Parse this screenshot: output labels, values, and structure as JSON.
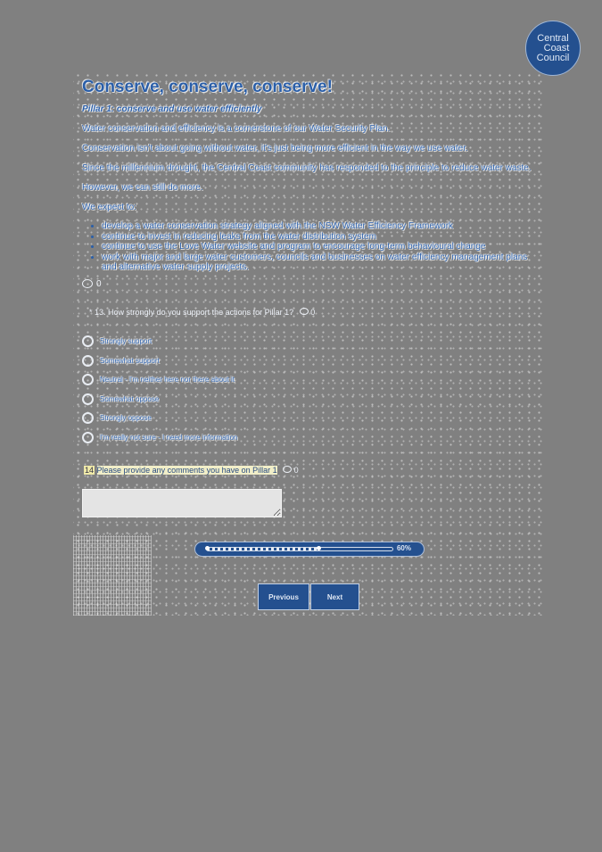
{
  "logo": {
    "lines": [
      "Central",
      "Coast",
      "Council"
    ]
  },
  "page": {
    "title": "Conserve, conserve, conserve!",
    "pillar_heading": "Pillar 1: conserve and use water efficiently",
    "paragraphs": [
      "Water conservation and efficiency is a cornerstone of our Water Security Plan.",
      "Conservation isn't about going without water, it's just being more efficient in the way we use water.",
      "Since the millennium drought, the Central Coast community has responded to the principle to reduce water waste.",
      "However, we can still do more.",
      "We expect to:"
    ],
    "bullets": [
      "develop a water conservation strategy aligned with the NSW Water Efficiency Framework",
      "continue to invest in reducing leaks from the water distribution system",
      "continue to use the Love Water website and program to encourage long-term behavioural change",
      "work with major and large water customers, councils and businesses on water efficiency management plans and alternative water supply projects."
    ],
    "comment_count": "0"
  },
  "question13": {
    "required_marker": "*",
    "label": "13. How strongly do you support the actions for Pillar 1?",
    "comment_count": "0",
    "options": [
      "Strongly support",
      "Somewhat support",
      "Neutral - I'm neither here nor there about it",
      "Somewhat oppose",
      "Strongly oppose",
      "I'm really not sure - I need more information"
    ]
  },
  "question14": {
    "number": "14",
    "label": "Please provide any comments you have on Pillar 1",
    "comment_count": "0",
    "value": ""
  },
  "progress": {
    "percent_label": "60%",
    "value": 60
  },
  "nav": {
    "previous_label": "Previous",
    "next_label": "Next"
  },
  "colors": {
    "brand_blue": "#24508f",
    "text_blue": "#2a5ea8",
    "background": "#808080"
  }
}
